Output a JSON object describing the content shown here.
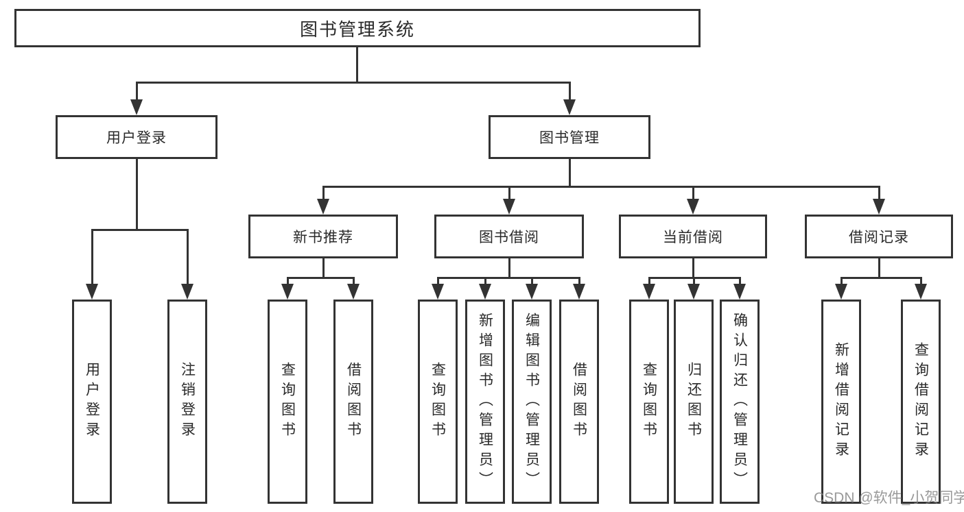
{
  "diagram": {
    "root": {
      "label": "图书管理系统"
    },
    "branches": [
      {
        "label": "用户登录",
        "children": [
          {
            "label": "用户登录"
          },
          {
            "label": "注销登录"
          }
        ]
      },
      {
        "label": "图书管理",
        "groups": [
          {
            "label": "新书推荐",
            "children": [
              {
                "label": "查询图书"
              },
              {
                "label": "借阅图书"
              }
            ]
          },
          {
            "label": "图书借阅",
            "children": [
              {
                "label": "查询图书"
              },
              {
                "label": "新增图书（管理员）"
              },
              {
                "label": "编辑图书（管理员）"
              },
              {
                "label": "借阅图书"
              }
            ]
          },
          {
            "label": "当前借阅",
            "children": [
              {
                "label": "查询图书"
              },
              {
                "label": "归还图书"
              },
              {
                "label": "确认归还（管理员）"
              }
            ]
          },
          {
            "label": "借阅记录",
            "children": [
              {
                "label": "新增借阅记录"
              },
              {
                "label": "查询借阅记录"
              }
            ]
          }
        ]
      }
    ]
  },
  "watermark": {
    "text": "CSDN @软件_小贺同学"
  },
  "colors": {
    "line": "#333333",
    "text": "#2a2a2a",
    "background": "#ffffff",
    "watermark": "#828282"
  }
}
